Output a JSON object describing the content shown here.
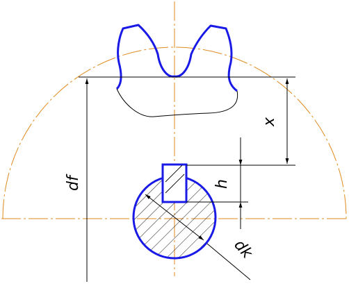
{
  "labels": {
    "df": "df",
    "x": "x",
    "h": "h",
    "dk": "dk"
  },
  "colors": {
    "outline": "#1a1ae6",
    "centerline": "#e08a1e",
    "line": "#000000",
    "background": "#ffffff"
  }
}
